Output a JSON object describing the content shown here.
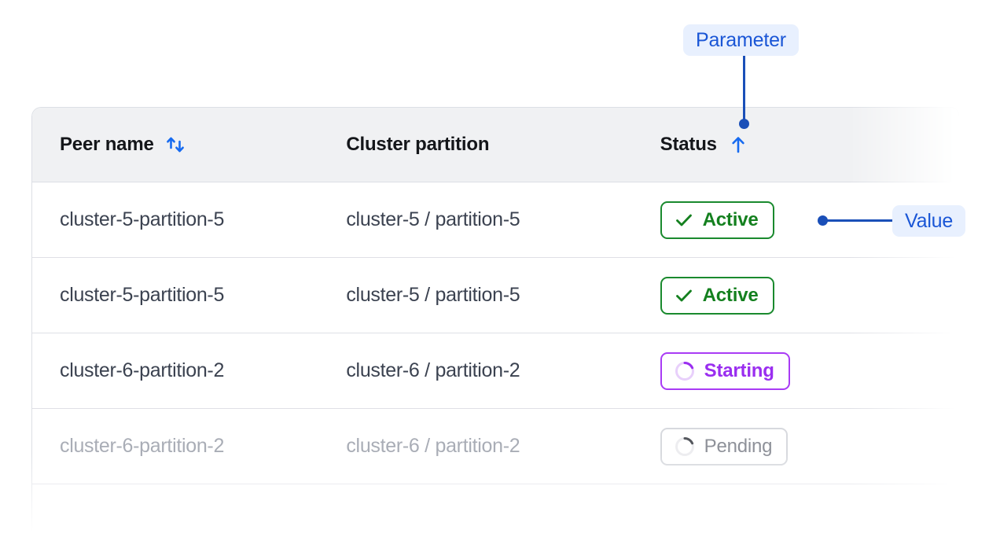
{
  "table": {
    "columns": [
      {
        "key": "peer_name",
        "label": "Peer name",
        "sort_icon": "sort-updown-icon",
        "sort_state": "none"
      },
      {
        "key": "cluster_partition",
        "label": "Cluster partition",
        "sort_icon": null,
        "sort_state": "none"
      },
      {
        "key": "status",
        "label": "Status",
        "sort_icon": "sort-up-icon",
        "sort_state": "ascending"
      }
    ],
    "rows": [
      {
        "peer_name": "cluster-5-partition-5",
        "cluster_partition": "cluster-5 / partition-5",
        "status": "Active",
        "status_kind": "active",
        "status_icon": "check-icon",
        "muted": false
      },
      {
        "peer_name": "cluster-5-partition-5",
        "cluster_partition": "cluster-5 / partition-5",
        "status": "Active",
        "status_kind": "active",
        "status_icon": "check-icon",
        "muted": false
      },
      {
        "peer_name": "cluster-6-partition-2",
        "cluster_partition": "cluster-6 / partition-2",
        "status": "Starting",
        "status_kind": "starting",
        "status_icon": "spinner-icon",
        "muted": false
      },
      {
        "peer_name": "cluster-6-partition-2",
        "cluster_partition": "cluster-6 / partition-2",
        "status": "Pending",
        "status_kind": "pending",
        "status_icon": "spinner-icon",
        "muted": true
      }
    ]
  },
  "annotations": {
    "parameter": {
      "label": "Parameter",
      "points_to": "status-column-header"
    },
    "value": {
      "label": "Value",
      "points_to": "status-badge-active"
    }
  },
  "colors": {
    "accent_blue": "#1a56d6",
    "leader_blue": "#1a4fb8",
    "pill_bg": "#e8f0fe",
    "status_active": "#14801f",
    "status_starting": "#9a2ef0",
    "status_pending": "#8e9199",
    "header_bg": "#f0f1f3",
    "border": "#dcdfe5",
    "row_divider": "#dfe0e6",
    "text_primary": "#14161a",
    "text_cell": "#3b4250",
    "text_muted": "#a9adb6"
  }
}
